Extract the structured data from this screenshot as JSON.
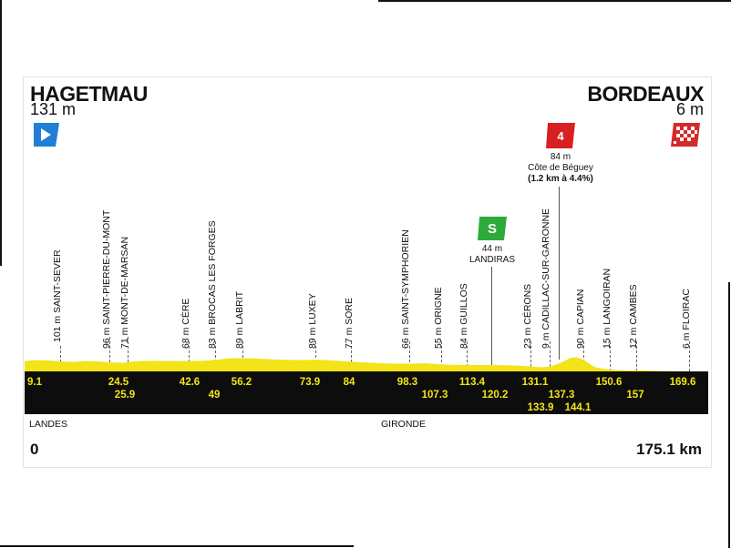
{
  "start": {
    "name": "HAGETMAU",
    "altitude": "131 m",
    "km": "0"
  },
  "finish": {
    "name": "BORDEAUX",
    "altitude": "6 m",
    "km": "175.1 km"
  },
  "climb": {
    "category": "4",
    "altitude": "84 m",
    "name": "Côte de Béguey",
    "details": "(1.2 km à 4.4%)"
  },
  "sprint": {
    "symbol": "S",
    "altitude": "44 m",
    "name": "LANDIRAS"
  },
  "places": [
    {
      "label": "101 m SAINT-SEVER",
      "km": "9.1"
    },
    {
      "label": "96 m SAINT-PIERRE-DU-MONT",
      "km": "24.5"
    },
    {
      "label": "71 m MONT-DE-MARSAN",
      "km": "25.9"
    },
    {
      "label": "68 m CÈRE",
      "km": "42.6"
    },
    {
      "label": "83 m BROCAS LES FORGES",
      "km": "49"
    },
    {
      "label": "89 m LABRIT",
      "km": "56.2"
    },
    {
      "label": "89 m LUXEY",
      "km": "73.9"
    },
    {
      "label": "77 m SORE",
      "km": "84"
    },
    {
      "label": "66 m SAINT-SYMPHORIEN",
      "km": "98.3"
    },
    {
      "label": "55 m ORIGNE",
      "km": "107.3"
    },
    {
      "label": "84 m GUILLOS",
      "km": "113.4"
    },
    {
      "label": "LANDIRAS",
      "km": "120.2"
    },
    {
      "label": "23 m CÉRONS",
      "km": "131.1"
    },
    {
      "label": "9 m CADILLAC-SUR-GARONNE",
      "km": "133.9"
    },
    {
      "label": "Côte de Béguey",
      "km": "137.3"
    },
    {
      "label": "90 m CAPIAN",
      "km": "144.1"
    },
    {
      "label": "15 m LANGOIRAN",
      "km": "150.6"
    },
    {
      "label": "12 m CAMBES",
      "km": "157"
    },
    {
      "label": "6 m FLOIRAC",
      "km": "169.6"
    }
  ],
  "regions": [
    "LANDES",
    "GIRONDE"
  ],
  "colors": {
    "profile": "#f2e418",
    "band": "#0d0d0d",
    "start_flag": "#1f7fd6",
    "climb_badge": "#d92020",
    "sprint_badge": "#2eaa3a",
    "finish_flag": "#d42a2a"
  }
}
